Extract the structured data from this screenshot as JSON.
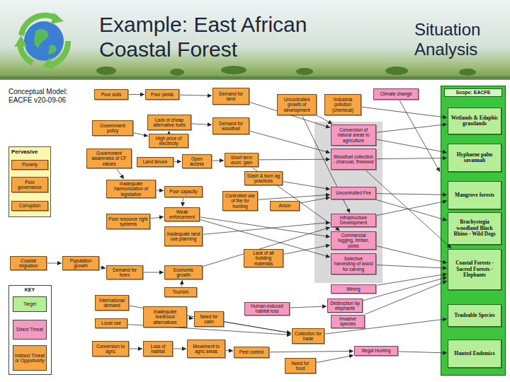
{
  "diagram": {
    "title": "Example: East African Coastal Forest",
    "nodes": [
      {
        "text": [
          "Poor soils"
        ]
      },
      {
        "text": [
          "Poor yields"
        ]
      },
      {
        "text": [
          "Demand for land"
        ]
      },
      {
        "text": [
          "Uncontrolled growth of development"
        ]
      },
      {
        "text": [
          "Industrial pollution (chemical)"
        ]
      },
      {
        "text": [
          "Climate change"
        ]
      },
      {
        "text": [
          "Government policy"
        ]
      },
      {
        "text": [
          "Lack of cheap alternative fuels"
        ]
      },
      {
        "text": [
          "High price of electricity"
        ]
      },
      {
        "text": [
          "Demand for woodfuel"
        ]
      },
      {
        "text": [
          "Pervasive"
        ]
      },
      {
        "text": [
          "Poverty"
        ],
        "in": 10
      },
      {
        "text": [
          "Poor governance"
        ],
        "in": 10
      },
      {
        "text": [
          "Corruption"
        ],
        "in": 10
      },
      {
        "text": [
          "Government awareness of CF values"
        ]
      },
      {
        "text": [
          "Land tenure"
        ]
      },
      {
        "text": [
          "Open access"
        ]
      },
      {
        "text": [
          "Short term econ. gain"
        ]
      },
      {
        "text": [
          "Slash & burn ag practices"
        ]
      },
      {
        "text": [
          "Inadequate harmonization of legislation"
        ]
      },
      {
        "text": [
          "Poor capacity"
        ]
      },
      {
        "text": [
          "Controlled use of fire for hunting"
        ]
      },
      {
        "text": [
          "Arson"
        ]
      },
      {
        "text": [
          "Weak enforcement"
        ]
      },
      {
        "text": [
          "Poor resource right systems"
        ]
      },
      {
        "text": [
          "Inadequate land use planning"
        ]
      },
      {
        "text": [
          "Lack of alt building materials"
        ]
      },
      {
        "text": [
          "Coastal migration"
        ]
      },
      {
        "text": [
          "Population growth"
        ]
      },
      {
        "text": [
          "Demand for forex"
        ]
      },
      {
        "text": [
          "Economic growth"
        ]
      },
      {
        "text": [
          "Tourism"
        ]
      },
      {
        "text": [
          "International demand"
        ]
      },
      {
        "text": [
          "Local use"
        ]
      },
      {
        "text": [
          "Inadequate livelihood alternatives"
        ]
      },
      {
        "text": [
          "Need for cash"
        ]
      },
      {
        "text": [
          "Human-induced habitat loss"
        ]
      },
      {
        "text": [
          "Collection for trade"
        ]
      },
      {
        "text": [
          "Conversion to agric"
        ]
      },
      {
        "text": [
          "Loss of habitat"
        ]
      },
      {
        "text": [
          "Movement to agric areas"
        ]
      },
      {
        "text": [
          "Pest control"
        ]
      },
      {
        "text": [
          "Need for food"
        ]
      },
      {
        "text": [
          "Illegal Hunting"
        ]
      },
      {
        "text": [
          "Conversion of natural areas to agriculture"
        ]
      },
      {
        "text": [
          "Woodfuel collection - charcoal, firewood"
        ]
      },
      {
        "text": [
          "Uncontrolled Fire"
        ]
      },
      {
        "text": [
          "Infrastructure Development"
        ]
      },
      {
        "text": [
          "Commercial logging, timber, poles"
        ]
      },
      {
        "text": [
          "Selective harvesting of wood for carving"
        ]
      },
      {
        "text": [
          "Mining"
        ]
      },
      {
        "text": [
          "Destruction by elephants"
        ]
      },
      {
        "text": [
          "Invasive species"
        ]
      },
      {
        "text": [
          "Scope: EACFE"
        ]
      },
      {
        "text": [
          "Wetlands & Edaphic grasslands"
        ],
        "in": 53
      },
      {
        "text": [
          "Hyphaene palm savannah"
        ],
        "in": 53
      },
      {
        "text": [
          "Mangrove forests"
        ],
        "in": 53
      },
      {
        "text": [
          "Brachystegia woodland Black Rhino - Wild Dogs"
        ],
        "in": 53
      },
      {
        "text": [
          "Coastal Forests - Sacred Forests - Elephants"
        ],
        "in": 53
      },
      {
        "text": [
          "Tradeable Species"
        ],
        "in": 53
      },
      {
        "text": [
          "Hunted Endemics"
        ],
        "in": 53
      }
    ],
    "edges": [
      {
        "from": 0,
        "to": 1,
        "arrow": "to"
      },
      {
        "from": 1,
        "to": 2,
        "arrow": "to"
      },
      {
        "from": 2,
        "to": 44,
        "arrow": "to"
      },
      {
        "from": 3,
        "to": 44,
        "arrow": "to"
      },
      {
        "from": 3,
        "to": 47,
        "arrow": "to"
      },
      {
        "from": 4,
        "to": 54,
        "arrow": "to"
      },
      {
        "from": 5,
        "to": 53,
        "arrow": "to"
      },
      {
        "from": 6,
        "to": 8,
        "arrow": "to"
      },
      {
        "from": 8,
        "to": 7,
        "arrow": "to"
      },
      {
        "from": 7,
        "to": 9,
        "arrow": "to"
      },
      {
        "from": 9,
        "to": 45,
        "arrow": "to"
      },
      {
        "from": 14,
        "to": 19,
        "arrow": "to"
      },
      {
        "from": 15,
        "to": 16,
        "arrow": "to"
      },
      {
        "from": 16,
        "to": 17,
        "arrow": "to"
      },
      {
        "from": 17,
        "to": 45,
        "arrow": "to"
      },
      {
        "from": 17,
        "to": 48,
        "arrow": "to"
      },
      {
        "from": 18,
        "to": 46,
        "arrow": "to"
      },
      {
        "from": 21,
        "to": 46,
        "arrow": "to"
      },
      {
        "from": 22,
        "to": 46,
        "arrow": "to"
      },
      {
        "from": 19,
        "to": 20,
        "arrow": "to"
      },
      {
        "from": 20,
        "to": 23,
        "arrow": "to"
      },
      {
        "from": 24,
        "to": 23,
        "arrow": "to"
      },
      {
        "from": 23,
        "to": 48,
        "arrow": "to"
      },
      {
        "from": 23,
        "to": 49,
        "arrow": "to"
      },
      {
        "from": 25,
        "to": 47,
        "arrow": "to"
      },
      {
        "from": 26,
        "to": 48,
        "arrow": "to"
      },
      {
        "from": 27,
        "to": 28,
        "arrow": "to"
      },
      {
        "from": 28,
        "to": 29,
        "arrow": "to"
      },
      {
        "from": 29,
        "to": 30,
        "arrow": "to"
      },
      {
        "from": 31,
        "to": 30,
        "arrow": "to"
      },
      {
        "from": 30,
        "to": 47,
        "arrow": "to"
      },
      {
        "from": 32,
        "to": 37,
        "arrow": "to"
      },
      {
        "from": 33,
        "to": 37,
        "arrow": "to"
      },
      {
        "from": 34,
        "to": 35,
        "arrow": "to"
      },
      {
        "from": 35,
        "to": 37,
        "arrow": "to"
      },
      {
        "from": 37,
        "to": 59,
        "arrow": "to"
      },
      {
        "from": 38,
        "to": 39,
        "arrow": "to"
      },
      {
        "from": 39,
        "to": 40,
        "arrow": "to"
      },
      {
        "from": 40,
        "to": 41,
        "arrow": "to"
      },
      {
        "from": 41,
        "to": 43,
        "arrow": "to"
      },
      {
        "from": 42,
        "to": 43,
        "arrow": "to"
      },
      {
        "from": 43,
        "to": 60,
        "arrow": "to"
      },
      {
        "from": 36,
        "to": 51,
        "arrow": "to"
      },
      {
        "from": 44,
        "to": 54,
        "arrow": "to"
      },
      {
        "from": 44,
        "to": 55,
        "arrow": "to"
      },
      {
        "from": 45,
        "to": 55,
        "arrow": "to"
      },
      {
        "from": 45,
        "to": 58,
        "arrow": "to"
      },
      {
        "from": 46,
        "to": 56,
        "arrow": "to"
      },
      {
        "from": 46,
        "to": 57,
        "arrow": "to"
      },
      {
        "from": 47,
        "to": 56,
        "arrow": "to"
      },
      {
        "from": 48,
        "to": 58,
        "arrow": "to"
      },
      {
        "from": 49,
        "to": 58,
        "arrow": "to"
      },
      {
        "from": 50,
        "to": 58,
        "arrow": "to"
      },
      {
        "from": 51,
        "to": 58,
        "arrow": "to"
      },
      {
        "from": 52,
        "to": 58,
        "arrow": "to"
      }
    ],
    "labels": [
      "Situation Analysis",
      "Conceptual Model: EACFE v20-09-06",
      "KEY"
    ],
    "legend": [
      {
        "text": "Target",
        "color": "#b6ee98"
      },
      {
        "text": "Direct Threat",
        "color": "#f49ac1"
      },
      {
        "text": "Indirect Threat or Opportunity",
        "color": "#f7a541"
      }
    ]
  }
}
